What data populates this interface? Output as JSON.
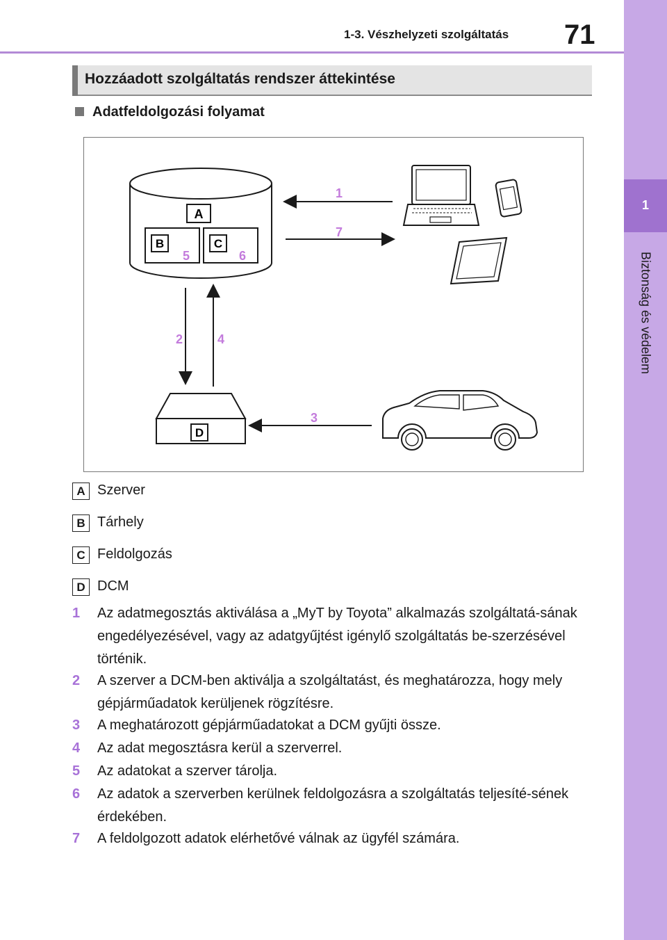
{
  "header": {
    "section": "1-3. Vészhelyzeti szolgáltatás",
    "page_number": "71"
  },
  "side_tab": {
    "number": "1",
    "label": "Biztonság és védelem"
  },
  "section_title": "Hozzáadott szolgáltatás rendszer áttekintése",
  "subheading": "Adatfeldolgozási folyamat",
  "diagram": {
    "boxes": {
      "a": "A",
      "b": "B",
      "c": "C",
      "d": "D"
    },
    "numbers": {
      "n1": "1",
      "n2": "2",
      "n3": "3",
      "n4": "4",
      "n5": "5",
      "n6": "6",
      "n7": "7"
    },
    "accent_color": "#c37bdc"
  },
  "legend": [
    {
      "badge": "A",
      "label": "Szerver"
    },
    {
      "badge": "B",
      "label": "Tárhely"
    },
    {
      "badge": "C",
      "label": "Feldolgozás"
    },
    {
      "badge": "D",
      "label": "DCM"
    }
  ],
  "steps": [
    {
      "num": "1",
      "text": "Az adatmegosztás aktiválása a „MyT by Toyota” alkalmazás szolgáltatá-sának engedélyezésével, vagy az adatgyűjtést igénylő szolgáltatás be-szerzésével történik."
    },
    {
      "num": "2",
      "text": "A szerver a DCM-ben aktiválja a szolgáltatást, és meghatározza, hogy mely gépjárműadatok kerüljenek rögzítésre."
    },
    {
      "num": "3",
      "text": "A meghatározott gépjárműadatokat a DCM gyűjti össze."
    },
    {
      "num": "4",
      "text": "Az adat megosztásra kerül a szerverrel."
    },
    {
      "num": "5",
      "text": "Az adatokat a szerver tárolja."
    },
    {
      "num": "6",
      "text": "Az adatok a szerverben kerülnek feldolgozásra a szolgáltatás teljesíté-sének érdekében."
    },
    {
      "num": "7",
      "text": "A feldolgozott adatok elérhetővé válnak az ügyfél számára."
    }
  ]
}
